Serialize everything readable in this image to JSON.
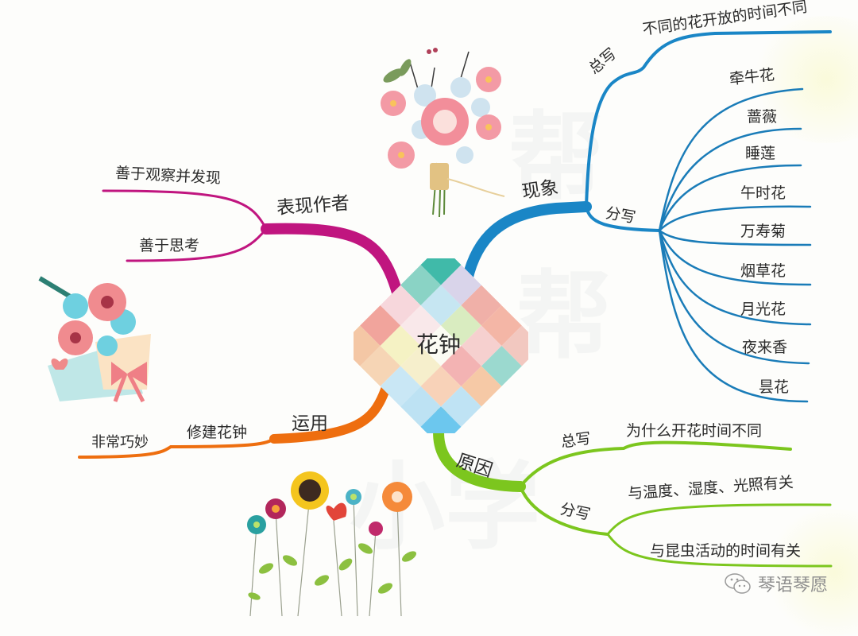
{
  "mindmap": {
    "center": {
      "label": "花钟"
    },
    "branches": [
      {
        "id": "phenomenon",
        "label": "现象",
        "color": "#1a86c6",
        "children": [
          {
            "label": "总写",
            "children": [
              {
                "label": "不同的花开放的时间不同"
              }
            ]
          },
          {
            "label": "分写",
            "children": [
              {
                "label": "牵牛花"
              },
              {
                "label": "蔷薇"
              },
              {
                "label": "睡莲"
              },
              {
                "label": "午时花"
              },
              {
                "label": "万寿菊"
              },
              {
                "label": "烟草花"
              },
              {
                "label": "月光花"
              },
              {
                "label": "夜来香"
              },
              {
                "label": "昙花"
              }
            ]
          }
        ]
      },
      {
        "id": "reason",
        "label": "原因",
        "color": "#7cc61e",
        "children": [
          {
            "label": "总写",
            "children": [
              {
                "label": "为什么开花时间不同"
              }
            ]
          },
          {
            "label": "分写",
            "children": [
              {
                "label": "与温度、湿度、光照有关"
              },
              {
                "label": "与昆虫活动的时间有关"
              }
            ]
          }
        ]
      },
      {
        "id": "author",
        "label": "表现作者",
        "color": "#c0157f",
        "children": [
          {
            "label": "善于观察并发现"
          },
          {
            "label": "善于思考"
          }
        ]
      },
      {
        "id": "use",
        "label": "运用",
        "color": "#ee6e0f",
        "children": [
          {
            "label": "修建花钟",
            "children": [
              {
                "label": "非常巧妙"
              }
            ]
          }
        ]
      }
    ]
  },
  "decorations": {
    "bouquet_top": "flower-bouquet",
    "bouquet_left": "flower-gift-envelope",
    "garden_bottom": "flower-garden"
  },
  "credit": {
    "icon": "wechat-icon",
    "text": "琴语琴愿"
  },
  "watermark": {
    "chars": [
      "帮",
      "帮",
      "小",
      "学"
    ]
  }
}
